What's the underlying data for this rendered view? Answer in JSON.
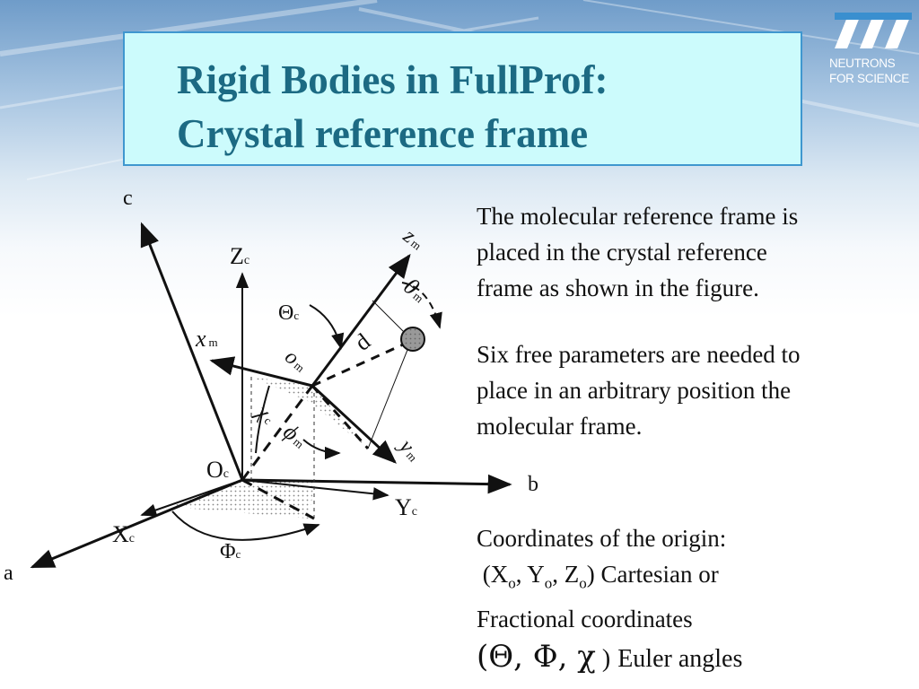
{
  "header": {
    "title_line1": "Rigid Bodies in FullProf:",
    "title_line2": "Crystal reference frame"
  },
  "logo": {
    "line1": "NEUTRONS",
    "line2": "FOR SCIENCE",
    "icon": "ill-logo-icon"
  },
  "paragraph1": {
    "line1": "The molecular reference frame is",
    "line2": "placed in the crystal reference",
    "line3": "frame as shown in the figure."
  },
  "paragraph2": {
    "line1": "Six free parameters are needed to",
    "line2": "place in an arbitrary position the",
    "line3": "molecular frame."
  },
  "paragraph3": {
    "line1": "Coordinates of the origin:",
    "line2_open": "(X",
    "sub_o": "o",
    "sep_y": ", Y",
    "sep_z": ", Z",
    "line2_close": ") Cartesian or",
    "line3": "Fractional coordinates"
  },
  "euler": {
    "symbols": "(Θ, Φ, χ",
    "close": " )",
    "text": "Euler angles"
  },
  "diagram": {
    "axis_c": "c",
    "axis_b": "b",
    "axis_a": "a",
    "Z": "Z",
    "X": "X",
    "Y": "Y",
    "O": "O",
    "sub_c": "c",
    "z_m": "z",
    "x_m": "x",
    "y_m": "y",
    "o_m": "o",
    "sub_m": "m",
    "theta_c": "Θ",
    "theta_m": "θ",
    "phi_c": "Φ",
    "phi_m": "ϕ",
    "chi_c": "χ",
    "d": "d",
    "accent_color": "#1c6a83"
  }
}
